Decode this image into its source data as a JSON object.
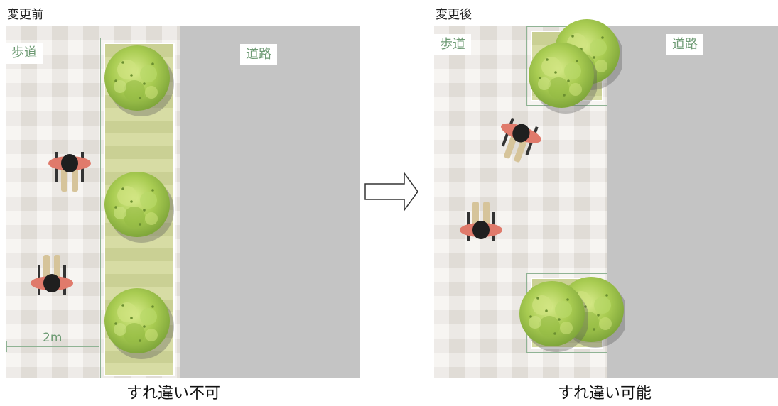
{
  "before": {
    "heading": "変更前",
    "sidewalk_label": "歩道",
    "road_label": "道路",
    "width_label": "2m",
    "caption": "すれ違い不可"
  },
  "after": {
    "heading": "変更後",
    "sidewalk_label": "歩道",
    "road_label": "道路",
    "caption": "すれ違い可能"
  },
  "icons": {
    "arrow": "right-arrow-icon",
    "tree": "tree-icon",
    "person": "wheelchair-user-icon"
  },
  "colors": {
    "sidewalk": "#ece8e2",
    "road": "#c4c4c4",
    "planter": "#d2d89a",
    "tree": "#a6c94e",
    "label": "#6e9b74",
    "person_shirt": "#e07a6b"
  }
}
